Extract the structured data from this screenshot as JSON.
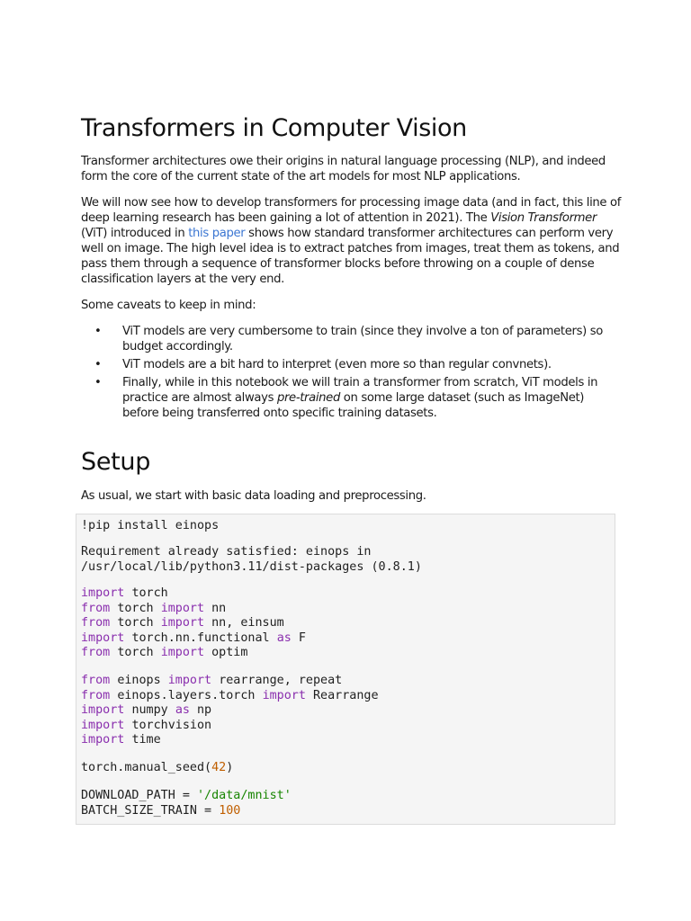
{
  "title": "Transformers in Computer Vision",
  "intro": {
    "p1": "Transformer architectures owe their origins in natural language processing (NLP), and indeed form the core of the current state of the art models for most NLP applications.",
    "p2_before": "We will now see how to develop transformers for processing image data (and in fact, this line of deep learning research has been gaining a lot of attention in 2021). The ",
    "p2_em": "Vision Transformer",
    "p2_mid": " (ViT) introduced in ",
    "p2_link": "this paper",
    "p2_after": " shows how standard transformer architectures can perform very well on image. The high level idea is to extract patches from images, treat them as tokens, and pass them through a sequence of transformer blocks before throwing on a couple of dense classification layers at the very end.",
    "p3": "Some caveats to keep in mind:"
  },
  "caveats": {
    "bullet": "•",
    "item1": "ViT models are very cumbersome to train (since they involve a ton of parameters) so budget accordingly.",
    "item2": "ViT models are a bit hard to interpret (even more so than regular convnets).",
    "item3_before": "Finally, while in this notebook we will train a transformer from scratch, ViT models in practice are almost always ",
    "item3_em": "pre-trained",
    "item3_after": " on some large dataset (such as ImageNet) before being transferred onto specific training datasets."
  },
  "setup": {
    "title": "Setup",
    "intro": "As usual, we start with basic data loading and preprocessing."
  },
  "code": {
    "install": "!pip install einops",
    "output": "Requirement already satisfied: einops in\n/usr/local/lib/python3.11/dist-packages (0.8.1)",
    "kw_import": "import",
    "kw_from": "from",
    "kw_as": "as",
    "torch": "torch",
    "nn": "nn",
    "nn_einsum": "nn, einsum",
    "torch_nn_functional": "torch.nn.functional",
    "F": "F",
    "optim": "optim",
    "einops": "einops",
    "rearrange_repeat": "rearrange, repeat",
    "einops_layers_torch": "einops.layers.torch",
    "Rearrange": "Rearrange",
    "numpy": "numpy",
    "np": "np",
    "torchvision": "torchvision",
    "time": "time",
    "seed_call": "torch.manual_seed(",
    "seed_value": "42",
    "close_paren": ")",
    "download_var": "DOWNLOAD_PATH = ",
    "download_value": "'/data/mnist'",
    "batch_var": "BATCH_SIZE_TRAIN = ",
    "batch_value": "100"
  }
}
